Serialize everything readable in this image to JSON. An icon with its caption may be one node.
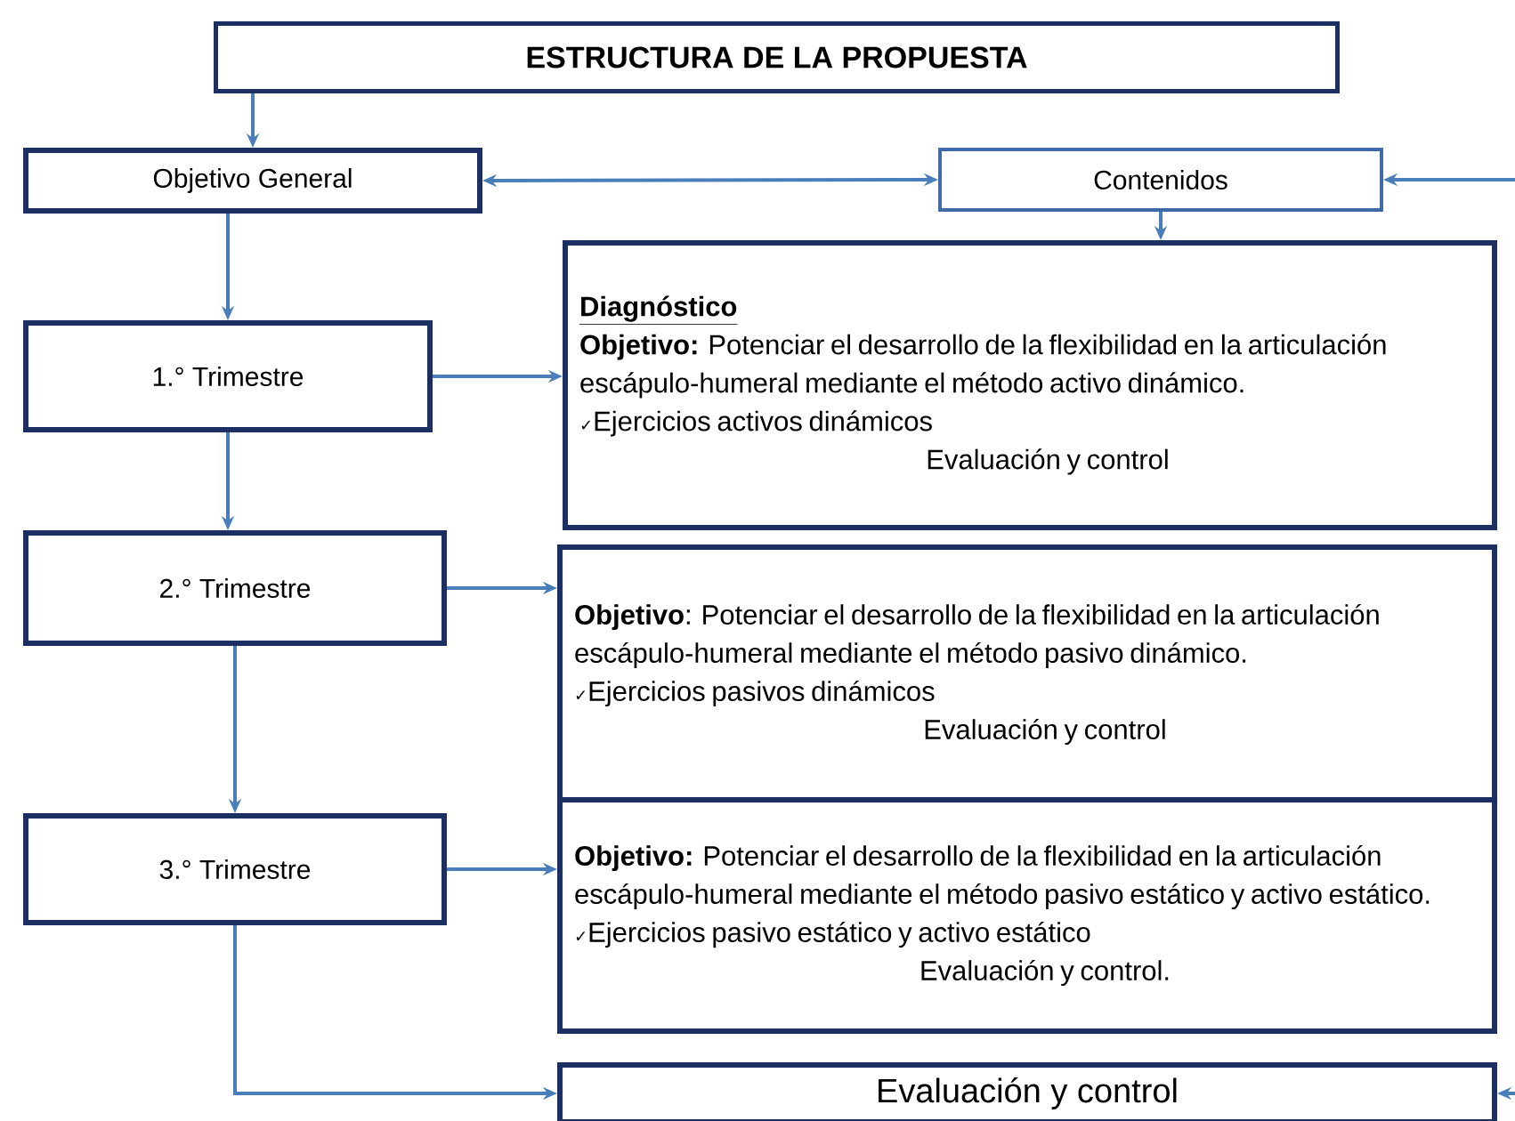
{
  "diagram": {
    "nodes": [
      {
        "text": [
          "ESTRUCTURA DE LA PROPUESTA"
        ]
      },
      {
        "text": [
          "Objetivo General"
        ]
      },
      {
        "text": [
          "Contenidos"
        ]
      },
      {
        "text": [
          "1.° Trimestre"
        ]
      },
      {
        "text": [
          "Diagnóstico",
          "**Objetivo:** Potenciar el desarrollo de la flexibilidad en la articulación escápulo-humeral mediante el método activo dinámico.",
          "✓Ejercicios activos dinámicos",
          "Evaluación y control"
        ]
      },
      {
        "text": [
          "2.° Trimestre"
        ]
      },
      {
        "text": [
          "**Objetivo**: Potenciar el desarrollo de la flexibilidad en la articulación escápulo-humeral mediante el método pasivo dinámico.",
          "✓Ejercicios pasivos dinámicos",
          "Evaluación y control"
        ]
      },
      {
        "text": [
          "3.° Trimestre"
        ]
      },
      {
        "text": [
          "**Objetivo:** Potenciar el desarrollo de la flexibilidad en la articulación escápulo-humeral mediante el método pasivo estático y activo estático.",
          "✓Ejercicios pasivo estático y activo estático",
          "Evaluación y control."
        ]
      },
      {
        "text": [
          "Evaluación y control"
        ]
      }
    ],
    "edges": [
      {
        "from": 0,
        "to": 1,
        "arrow": "to"
      },
      {
        "from": 1,
        "to": 2,
        "arrow": "both"
      },
      {
        "from": null,
        "to": 2,
        "arrow": "to"
      },
      {
        "from": 2,
        "to": 4,
        "arrow": "to"
      },
      {
        "from": 1,
        "to": 3,
        "arrow": "to"
      },
      {
        "from": 3,
        "to": 4,
        "arrow": "to"
      },
      {
        "from": 3,
        "to": 5,
        "arrow": "to"
      },
      {
        "from": 5,
        "to": 6,
        "arrow": "to"
      },
      {
        "from": 5,
        "to": 7,
        "arrow": "to"
      },
      {
        "from": 7,
        "to": 8,
        "arrow": "to"
      },
      {
        "from": 7,
        "to": 9,
        "arrow": "to"
      },
      {
        "from": null,
        "to": 9,
        "arrow": "to"
      }
    ]
  }
}
